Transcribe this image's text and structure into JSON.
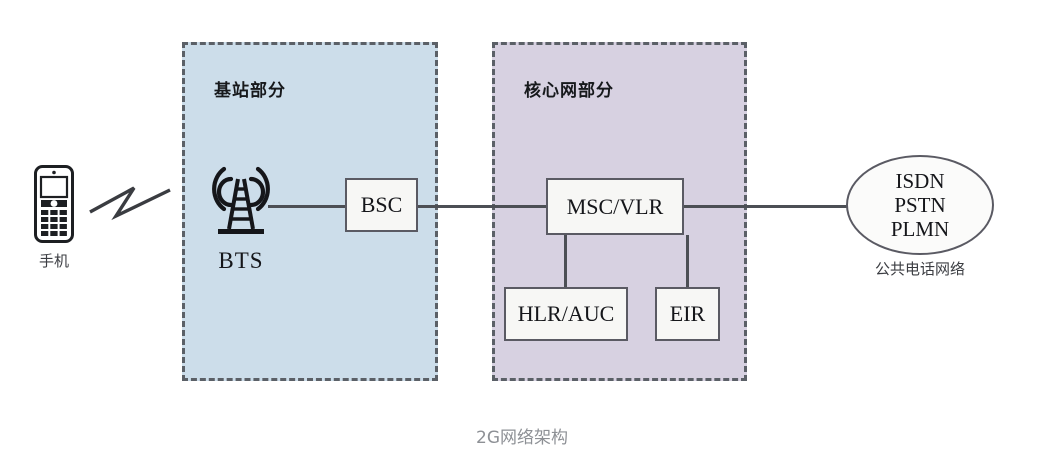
{
  "figure": {
    "caption": "2G网络架构"
  },
  "zones": [
    {
      "id": "access",
      "label": "基站部分",
      "fill": "#ccddea",
      "border_color": "#5b6067"
    },
    {
      "id": "core",
      "label": "核心网部分",
      "fill": "#d7d1e1",
      "border_color": "#5b6067"
    }
  ],
  "nodes": {
    "handset": {
      "icon": "mobile-phone-icon",
      "caption": "手机"
    },
    "air_link": {
      "icon": "lightning-bolt-icon"
    },
    "bts": {
      "icon": "radio-tower-icon",
      "caption": "BTS"
    },
    "bsc": {
      "label": "BSC"
    },
    "msc_vlr": {
      "label": "MSC/VLR"
    },
    "hlr_auc": {
      "label": "HLR/AUC"
    },
    "eir": {
      "label": "EIR"
    },
    "pstn": {
      "line1": "ISDN",
      "line2": "PSTN",
      "line3": "PLMN",
      "caption": "公共电话网络"
    }
  },
  "connections": [
    {
      "from": "bts",
      "to": "bsc",
      "style": "solid"
    },
    {
      "from": "bsc",
      "to": "msc_vlr",
      "style": "solid"
    },
    {
      "from": "msc_vlr",
      "to": "pstn",
      "style": "solid"
    },
    {
      "from": "msc_vlr",
      "to": "hlr_auc",
      "style": "solid"
    },
    {
      "from": "msc_vlr",
      "to": "eir",
      "style": "solid"
    },
    {
      "from": "handset",
      "to": "bts",
      "style": "wireless"
    }
  ],
  "colors": {
    "line": "#4c4f55",
    "box_border": "#5a5a63",
    "box_fill": "#f7f7f5",
    "text": "#15161a",
    "caption": "#8d9095"
  }
}
